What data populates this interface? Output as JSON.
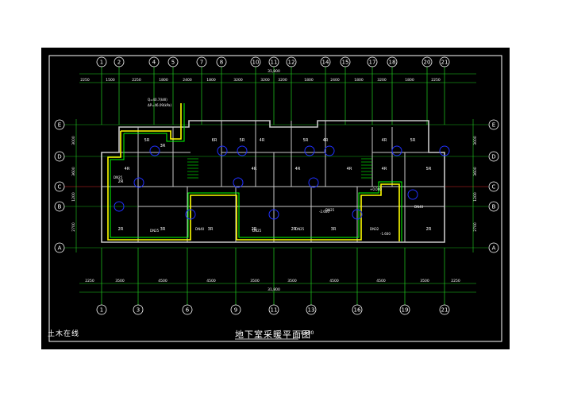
{
  "title": "地下室采暖平面图",
  "scale": "1:100",
  "watermark": "土木在线",
  "overall_dimension": "31,800",
  "colors": {
    "background": "#000000",
    "border": "#ffffff",
    "grid_line": "#20d020",
    "wall": "#c8c8c8",
    "pipe_heating": "#ffff00",
    "pipe_supply": "#00ff00",
    "radiator": "#2030ff",
    "bubble": "#ffffff",
    "axis_red": "#ff3030"
  },
  "top_axes": [
    "1",
    "2",
    "4",
    "5",
    "7",
    "8",
    "10",
    "11",
    "12",
    "14",
    "15",
    "17",
    "18",
    "20",
    "21"
  ],
  "bottom_axes": [
    "1",
    "3",
    "6",
    "9",
    "11",
    "13",
    "16",
    "19",
    "21"
  ],
  "row_axes": [
    "E",
    "D",
    "C",
    "B",
    "A"
  ],
  "top_dimensions": [
    "2250",
    "1500",
    "2250",
    "1800",
    "2400",
    "1800",
    "3200",
    "3200",
    "3200",
    "1800",
    "2400",
    "1800",
    "3200",
    "1800",
    "2250"
  ],
  "bottom_dimensions": [
    "2250",
    "3500",
    "4500",
    "4500",
    "3500",
    "3500",
    "4500",
    "4500",
    "3500",
    "2250"
  ],
  "left_dimensions": [
    "3000",
    "3600",
    "1200",
    "2700"
  ],
  "right_dimensions": [
    "3000",
    "3600",
    "1200",
    "2700"
  ],
  "room_labels": [
    "2R",
    "3R",
    "3R",
    "2R",
    "2R",
    "3R",
    "2R",
    "4R",
    "4R",
    "4R",
    "5R",
    "5R",
    "4R",
    "5R",
    "4R",
    "4R",
    "4R",
    "5R",
    "5R",
    "3R",
    "2R",
    "4R",
    "6R"
  ],
  "notes": [
    "DN25",
    "DN25",
    "DN40",
    "DN25",
    "DN25",
    "DN25",
    "DN32",
    "DN40",
    "-2.600",
    "-1.600",
    "+0.000",
    "Q=40.7(kW)",
    "ΔP=46.09(kPa)"
  ]
}
